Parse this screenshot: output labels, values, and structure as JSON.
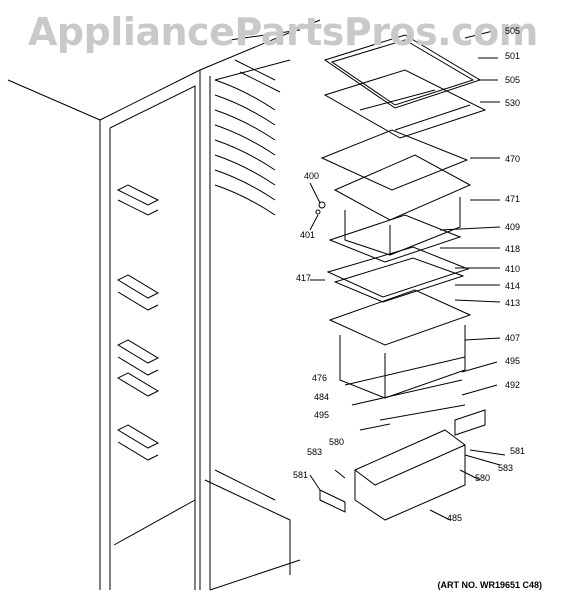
{
  "watermark": "AppliancePartsPros.com",
  "art_number": "(ART NO. WR19651 C48)",
  "part_labels": {
    "p505a": "505",
    "p501": "501",
    "p505b": "505",
    "p530": "530",
    "p470": "470",
    "p400": "400",
    "p401": "401",
    "p471": "471",
    "p409": "409",
    "p418": "418",
    "p410": "410",
    "p417": "417",
    "p414": "414",
    "p413": "413",
    "p407": "407",
    "p495a": "495",
    "p476": "476",
    "p492": "492",
    "p484": "484",
    "p495b": "495",
    "p580a": "580",
    "p581a": "581",
    "p583a": "583",
    "p583b": "583",
    "p581b": "581",
    "p580b": "580",
    "p485": "485"
  }
}
